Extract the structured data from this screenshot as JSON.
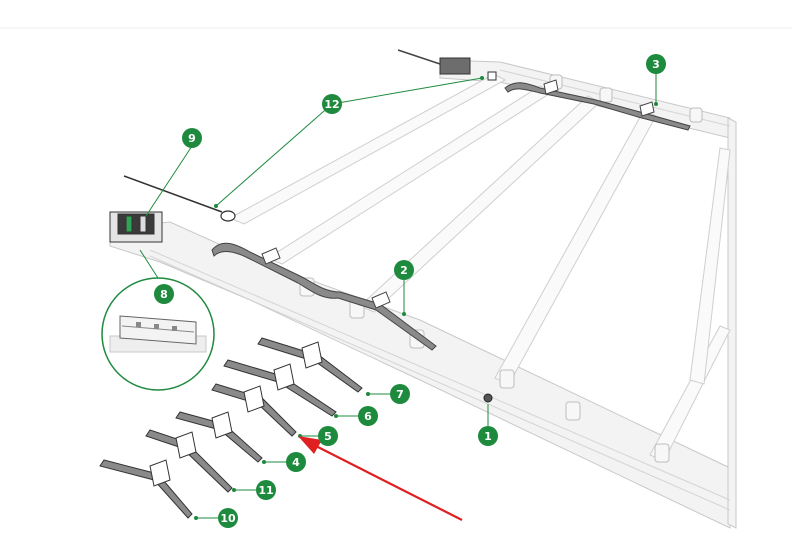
{
  "diagram": {
    "callouts": [
      {
        "id": "1",
        "label": "1"
      },
      {
        "id": "2",
        "label": "2"
      },
      {
        "id": "3",
        "label": "3"
      },
      {
        "id": "4",
        "label": "4"
      },
      {
        "id": "5",
        "label": "5"
      },
      {
        "id": "6",
        "label": "6"
      },
      {
        "id": "7",
        "label": "7"
      },
      {
        "id": "8",
        "label": "8"
      },
      {
        "id": "9",
        "label": "9"
      },
      {
        "id": "10",
        "label": "10"
      },
      {
        "id": "11",
        "label": "11"
      },
      {
        "id": "12",
        "label": "12"
      }
    ],
    "colors": {
      "callout_fill": "#1e8a3e",
      "leader_line": "#1e8a3e",
      "arrow": "#e02020",
      "rail": "#e6e6e6",
      "part": "#5a5a5a"
    },
    "highlight": {
      "target": "5",
      "type": "red-arrow"
    }
  }
}
